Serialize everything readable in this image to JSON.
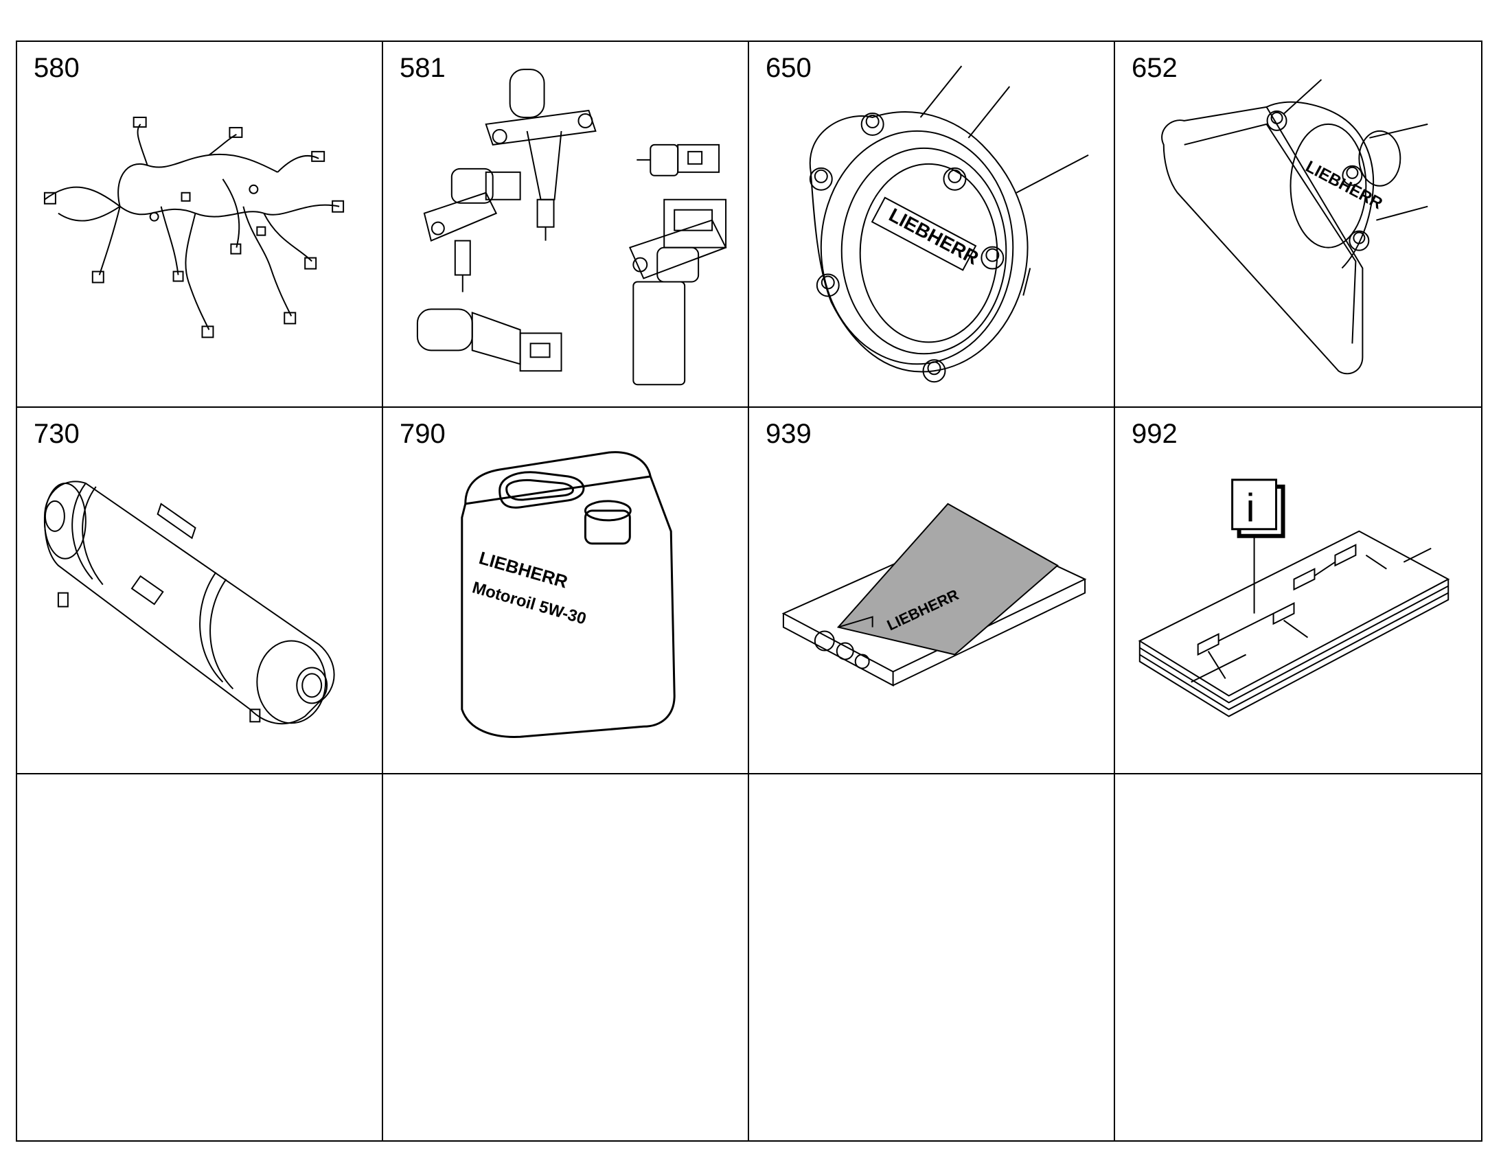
{
  "cells": [
    {
      "number": "580",
      "icon": "wiring-harness-icon"
    },
    {
      "number": "581",
      "icon": "sensors-icon"
    },
    {
      "number": "650",
      "icon": "cover-plate-icon"
    },
    {
      "number": "652",
      "icon": "cover-housing-icon"
    },
    {
      "number": "730",
      "icon": "muffler-icon"
    },
    {
      "number": "790",
      "icon": "oil-canister-icon"
    },
    {
      "number": "939",
      "icon": "seal-kit-box-icon"
    },
    {
      "number": "992",
      "icon": "documentation-icon"
    },
    {
      "number": ""
    },
    {
      "number": ""
    },
    {
      "number": ""
    },
    {
      "number": ""
    }
  ],
  "labels": {
    "brand": "LIEBHERR",
    "oil_brand": "LIEBHERR",
    "oil_name": "Motoroil 5W-30",
    "info_glyph": "i"
  }
}
